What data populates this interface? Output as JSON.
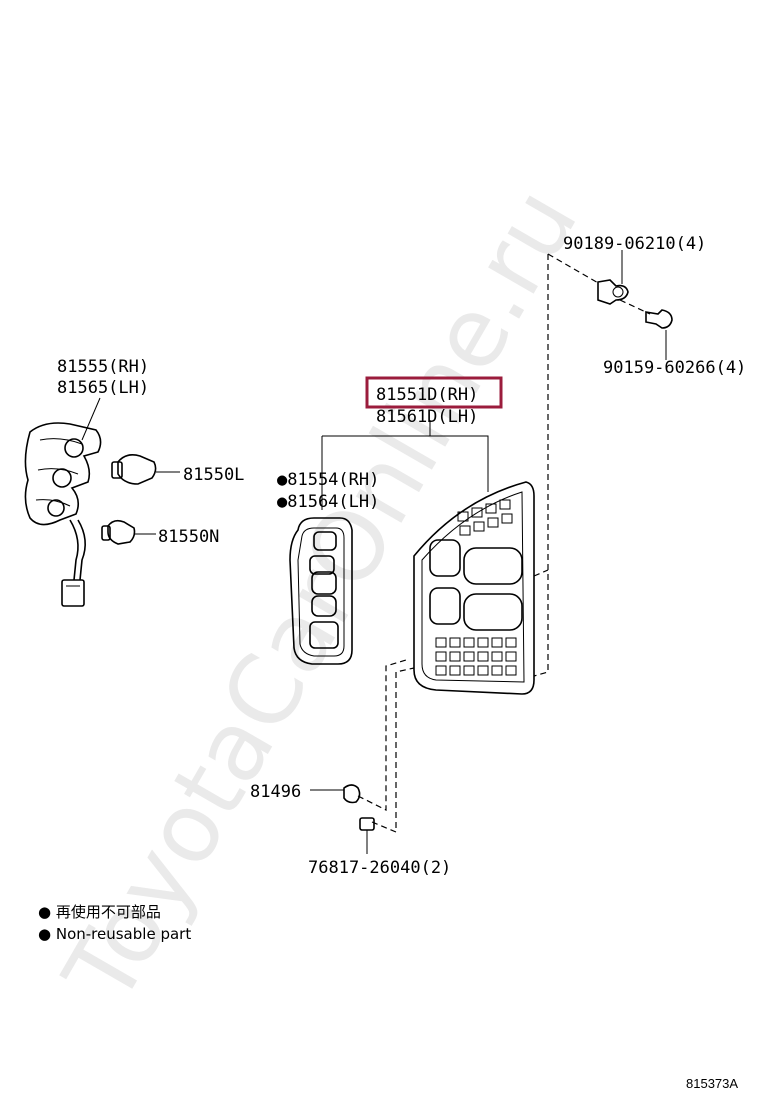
{
  "watermark": "ToyotaCarOnline.ru",
  "highlight_color": "#9b1c3c",
  "parts": {
    "harness_rh": "81555(RH)",
    "harness_lh": "81565(LH)",
    "bulb_l": "81550L",
    "bulb_n": "81550N",
    "lens_rh": "●81554(RH)",
    "lens_lh": "●81564(LH)",
    "lamp_rh": "81551D(RH)",
    "lamp_lh": "81561D(LH)",
    "screw_a": "90189-06210(4)",
    "screw_b": "90159-60266(4)",
    "clip_a": "81496",
    "clip_b": "76817-26040(2)"
  },
  "legend": {
    "line_jp": "● 再使用不可部品",
    "line_en": "● Non-reusable part"
  },
  "diagram_code": "815373A"
}
